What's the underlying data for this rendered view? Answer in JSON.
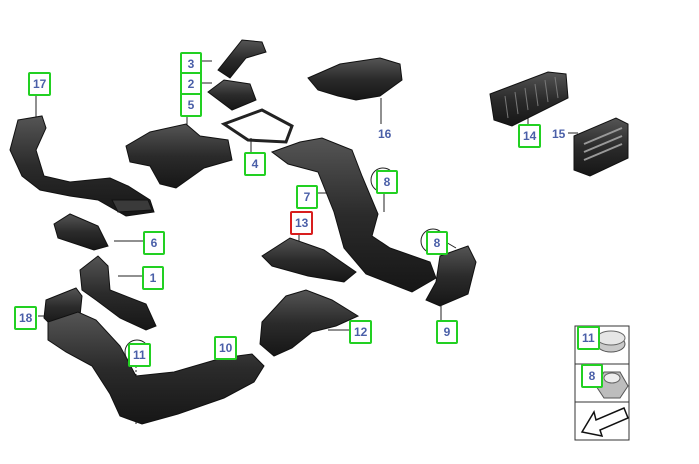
{
  "callouts": {
    "c17": "17",
    "c3": "3",
    "c2": "2",
    "c5": "5",
    "c4": "4",
    "c16": "16",
    "c14": "14",
    "c15": "15",
    "c7": "7",
    "c8a": "8",
    "c13": "13",
    "c8b": "8",
    "c6": "6",
    "c1": "1",
    "c18": "18",
    "c11a": "11",
    "c10": "10",
    "c12": "12",
    "c9": "9",
    "c11b": "11",
    "c8c": "8"
  },
  "selected_callout": "13",
  "colors": {
    "callout_border": "#22d022",
    "callout_selected_border": "#d81e1e",
    "callout_text": "#4a5fa8",
    "part_fill": "#2b2b2b",
    "part_highlight": "#6b6b6b"
  },
  "icons": {
    "legend_nut_icon": "hex-nut-icon",
    "legend_cap_icon": "round-clip-icon",
    "legend_arrow_icon": "arrow-down-left-icon"
  }
}
